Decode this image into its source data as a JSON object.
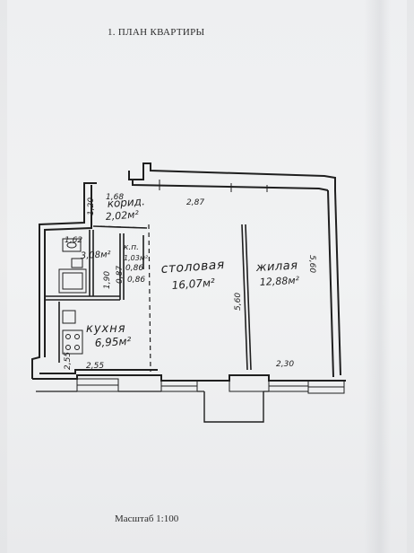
{
  "title": "1. ПЛАН КВАРТИРЫ",
  "scale_label": "Масштаб 1:100",
  "rooms": {
    "corridor": {
      "name": "корид.",
      "area": "2,02м²"
    },
    "bathroom": {
      "area": "3,08м²"
    },
    "storage": {
      "name": "к.п.",
      "area": "1,03м²"
    },
    "kitchen": {
      "name": "кухня",
      "area": "6,95м²"
    },
    "dining": {
      "name": "столовая",
      "area": "16,07м²"
    },
    "living": {
      "name": "жилая",
      "area": "12,88м²"
    }
  },
  "dimensions": {
    "corridor_width": "1,68",
    "corridor_height": "1,20",
    "top_wall": "2,87",
    "bath_width": "1,62",
    "bath_height": "1,90",
    "storage_width": "0,86",
    "storage_height": "0,86",
    "storage_depth": "0,87",
    "storage_lower": "0,86",
    "dining_height": "5,60",
    "living_height": "5,60",
    "kitchen_depth": "2,55",
    "kitchen_side": "2,55",
    "living_width": "2,30"
  },
  "colors": {
    "ink": "#1f1f1f",
    "paper": "#f0f1f2"
  }
}
